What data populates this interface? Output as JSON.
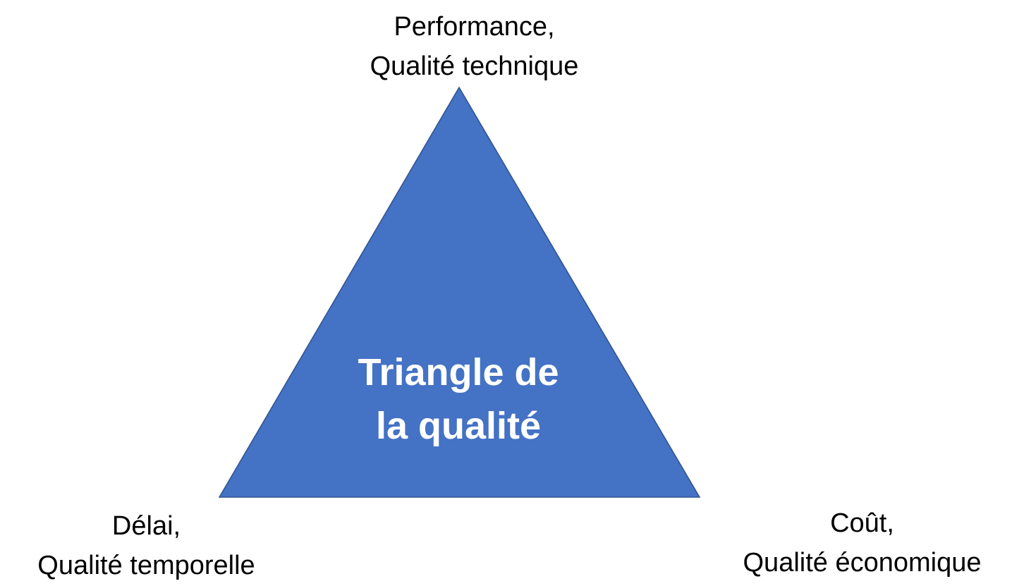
{
  "diagram": {
    "title_lines": [
      "Triangle de",
      "la qualité"
    ],
    "vertices": {
      "top": {
        "line1": "Performance,",
        "line2": "Qualité technique"
      },
      "bottom_left": {
        "line1": "Délai,",
        "line2": "Qualité temporelle"
      },
      "bottom_right": {
        "line1": "Coût,",
        "line2": "Qualité économique"
      }
    },
    "colors": {
      "triangle_fill": "#4472C4",
      "triangle_stroke": "#2F528F",
      "title_text": "#FFFFFF",
      "label_text": "#000000"
    }
  }
}
